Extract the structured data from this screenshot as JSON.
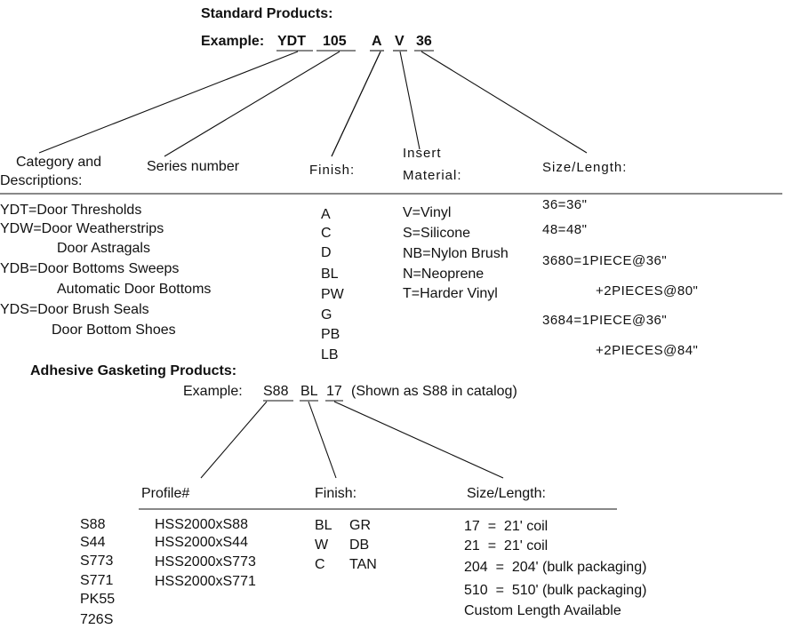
{
  "standard": {
    "heading": "Standard Products:",
    "example_label": "Example:",
    "parts": [
      "YDT",
      "105",
      "A",
      "V",
      "36"
    ],
    "columns": {
      "category": [
        "Category and",
        "Descriptions:"
      ],
      "series": "Series number",
      "finish": "Finish:",
      "insert": [
        "Insert",
        "Material:"
      ],
      "size": "Size/Length:"
    },
    "categories": [
      "YDT=Door Thresholds",
      "YDW=Door Weatherstrips",
      "Door Astragals",
      "YDB=Door Bottoms Sweeps",
      "Automatic Door Bottoms",
      "YDS=Door Brush Seals",
      "Door Bottom Shoes"
    ],
    "finishes": [
      "A",
      "C",
      "D",
      "BL",
      "PW",
      "G",
      "PB",
      "LB"
    ],
    "inserts": [
      "V=Vinyl",
      "S=Silicone",
      "NB=Nylon Brush",
      "N=Neoprene",
      "T=Harder Vinyl"
    ],
    "sizes": [
      "36=36\"",
      "48=48\"",
      "3680=1PIECE@36\"",
      "+2PIECES@80\"",
      "3684=1PIECE@36\"",
      "+2PIECES@84\""
    ]
  },
  "adhesive": {
    "heading": "Adhesive Gasketing Products:",
    "example_label": "Example:",
    "parts": [
      "S88",
      "BL",
      "17"
    ],
    "example_note": "(Shown as S88 in catalog)",
    "columns": {
      "profile": "Profile#",
      "finish": "Finish:",
      "size": "Size/Length:"
    },
    "codes": [
      "S88",
      "S44",
      "S773",
      "S771",
      "PK55",
      "726S"
    ],
    "profiles": [
      "HSS2000xS88",
      "HSS2000xS44",
      "HSS2000xS773",
      "HSS2000xS771"
    ],
    "finishes_left": [
      "BL",
      "W",
      "C"
    ],
    "finishes_right": [
      "GR",
      "DB",
      "TAN"
    ],
    "sizes": [
      "17  =  21' coil",
      "21  =  21' coil",
      "204  =  204' (bulk packaging)",
      "510  =  510' (bulk packaging)",
      "Custom Length Available"
    ]
  }
}
